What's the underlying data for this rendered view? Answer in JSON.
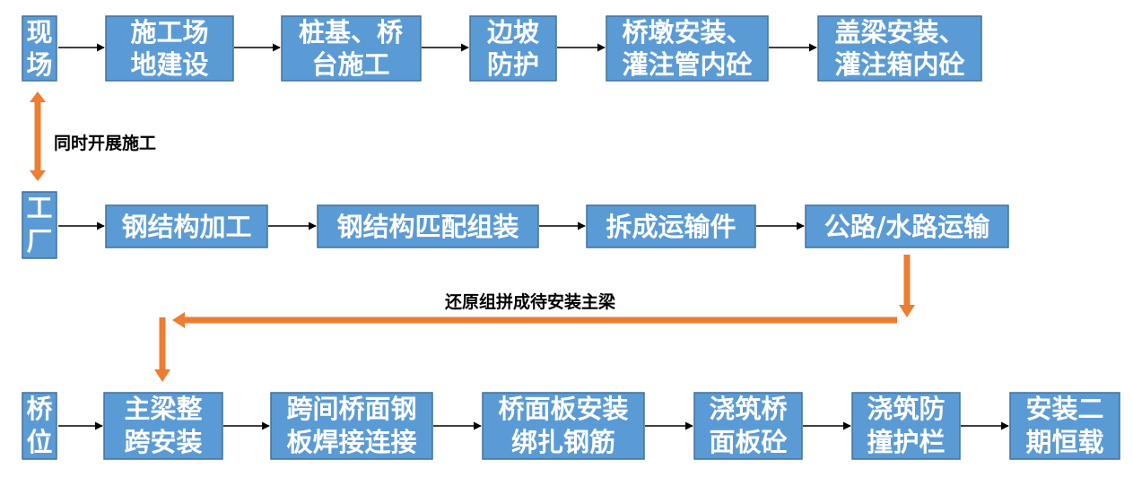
{
  "colors": {
    "box_fill": "#5B9BD5",
    "box_border": "#41719C",
    "box_text": "#FFFFFF",
    "flow_arrow": "#000000",
    "link_arrow": "#ED7D31"
  },
  "rows": [
    {
      "label": [
        "现",
        "场"
      ],
      "steps": [
        [
          "施工场",
          "地建设"
        ],
        [
          "桩基、桥",
          "台施工"
        ],
        [
          "边坡",
          "防护"
        ],
        [
          "桥墩安装、",
          "灌注管内砼"
        ],
        [
          "盖梁安装、",
          "灌注箱内砼"
        ]
      ]
    },
    {
      "label": [
        "工",
        "厂"
      ],
      "steps": [
        [
          "钢结构加工"
        ],
        [
          "钢结构匹配组装"
        ],
        [
          "拆成运输件"
        ],
        [
          "公路/水路运输"
        ]
      ]
    },
    {
      "label": [
        "桥",
        "位"
      ],
      "steps": [
        [
          "主梁整",
          "跨安装"
        ],
        [
          "跨间桥面钢",
          "板焊接连接"
        ],
        [
          "桥面板安装",
          "绑扎钢筋"
        ],
        [
          "浇筑桥",
          "面板砼"
        ],
        [
          "浇筑防",
          "撞护栏"
        ],
        [
          "安装二",
          "期恒载"
        ]
      ]
    }
  ],
  "notes": {
    "parallel": "同时开展施工",
    "reassemble": "还原组拼成待安装主梁"
  }
}
